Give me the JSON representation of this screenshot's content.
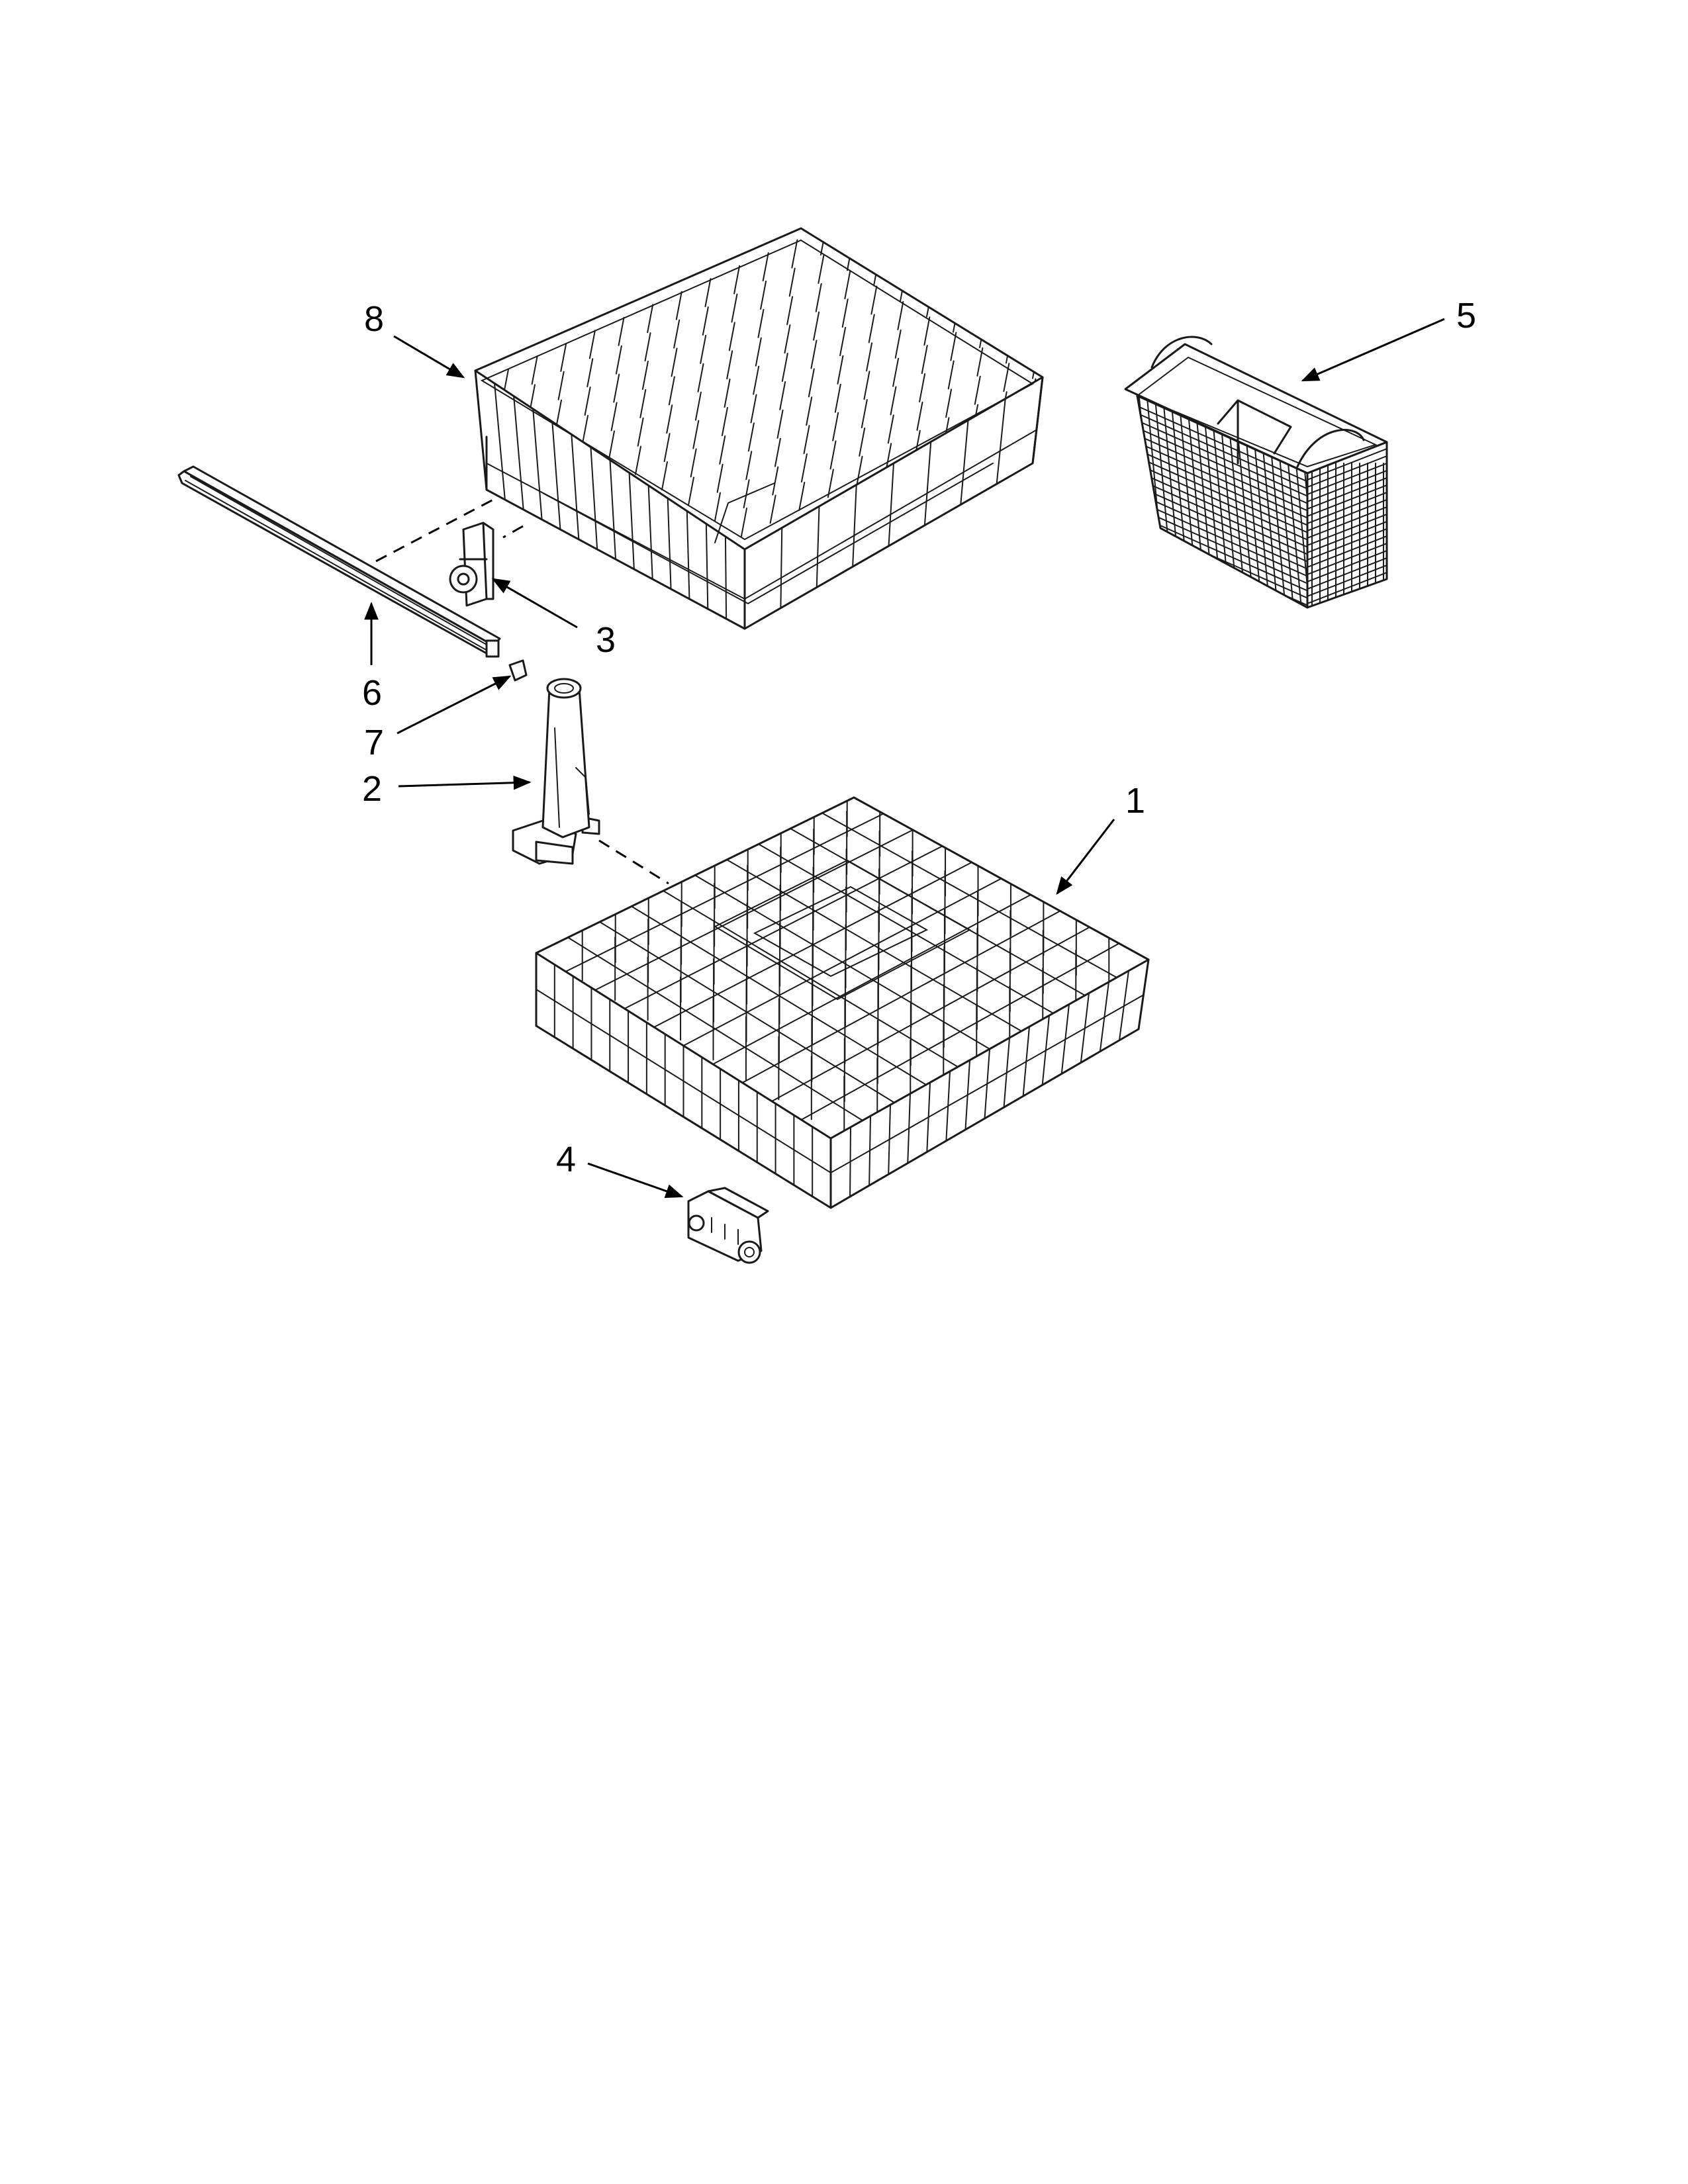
{
  "diagram": {
    "callouts": [
      {
        "id": "c1",
        "number": "1",
        "part": "lower-rack"
      },
      {
        "id": "c2",
        "number": "2",
        "part": "spray-tube"
      },
      {
        "id": "c3",
        "number": "3",
        "part": "rack-adjuster"
      },
      {
        "id": "c4",
        "number": "4",
        "part": "rack-wheel"
      },
      {
        "id": "c5",
        "number": "5",
        "part": "silverware-basket"
      },
      {
        "id": "c6",
        "number": "6",
        "part": "rack-track"
      },
      {
        "id": "c7",
        "number": "7",
        "part": "track-stop"
      },
      {
        "id": "c8",
        "number": "8",
        "part": "upper-rack"
      }
    ]
  }
}
